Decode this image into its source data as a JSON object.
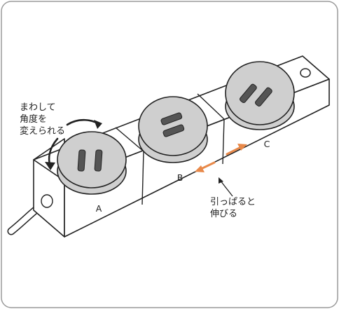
{
  "annotations": {
    "rotate_line1": "まわして",
    "rotate_line2": "角度を",
    "rotate_line3": "変えられる",
    "extend_line1": "引っぱると",
    "extend_line2": "伸びる"
  },
  "outlets": [
    {
      "label": "A"
    },
    {
      "label": "B"
    },
    {
      "label": "C"
    }
  ],
  "colors": {
    "accent_arrow": "#e8894a",
    "body_fill": "#ffffff",
    "outlet_fill": "#cfcfcf",
    "slot_fill": "#555555"
  },
  "icons": [
    "rotate-arrow-icon",
    "extend-arrow-icon",
    "pointer-arrow-icon",
    "hanging-hole-icon"
  ]
}
